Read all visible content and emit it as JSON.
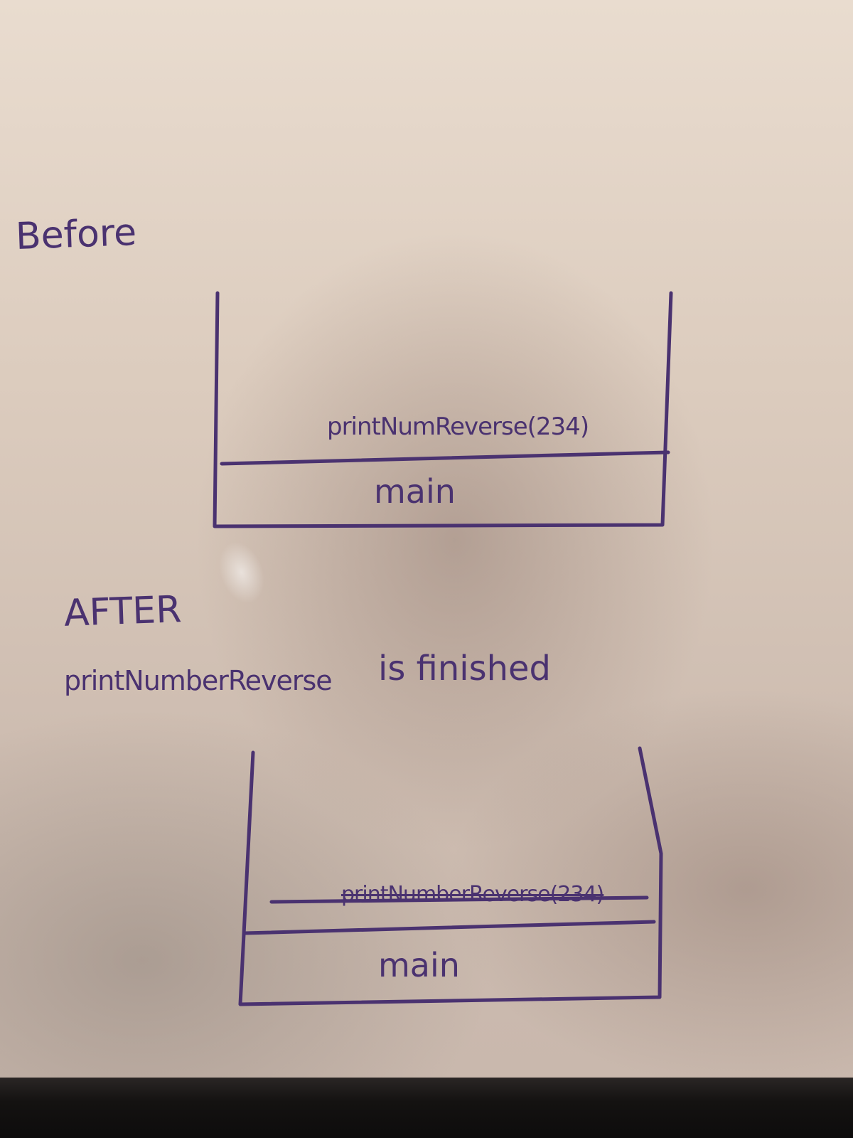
{
  "before": {
    "label": "Before",
    "frames": {
      "top": "printNumReverse(234)",
      "bottom": "main"
    }
  },
  "after": {
    "label_line1": "AFTER",
    "label_line2_part1": "printNumberReverse",
    "label_line2_part2": "is finished",
    "frames": {
      "top_removed": "printNumberReverse(234)",
      "bottom": "main"
    }
  },
  "colors": {
    "ink": "#4a3270",
    "whiteboard": "#e2d4c7",
    "bezel": "#141211"
  }
}
